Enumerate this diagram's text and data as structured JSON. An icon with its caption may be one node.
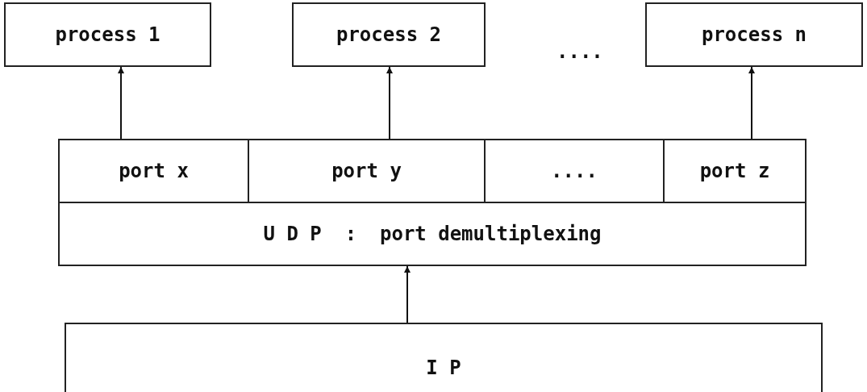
{
  "diagram": {
    "nodes": [
      {
        "text": [
          "process 1"
        ]
      },
      {
        "text": [
          "process 2"
        ]
      },
      {
        "text": [
          "process n"
        ]
      },
      {
        "text": [
          "port x"
        ]
      },
      {
        "text": [
          "port y"
        ]
      },
      {
        "text": [
          "...."
        ]
      },
      {
        "text": [
          "port z"
        ]
      },
      {
        "text": [
          "U D P  :  port demultiplexing"
        ]
      },
      {
        "text": [
          "I P"
        ]
      }
    ],
    "edges": [
      {
        "from": 3,
        "to": 0,
        "arrow": "to"
      },
      {
        "from": 4,
        "to": 1,
        "arrow": "to"
      },
      {
        "from": 6,
        "to": 2,
        "arrow": "to"
      },
      {
        "from": 8,
        "to": 7,
        "arrow": "to"
      }
    ],
    "labels": [
      "...."
    ]
  }
}
